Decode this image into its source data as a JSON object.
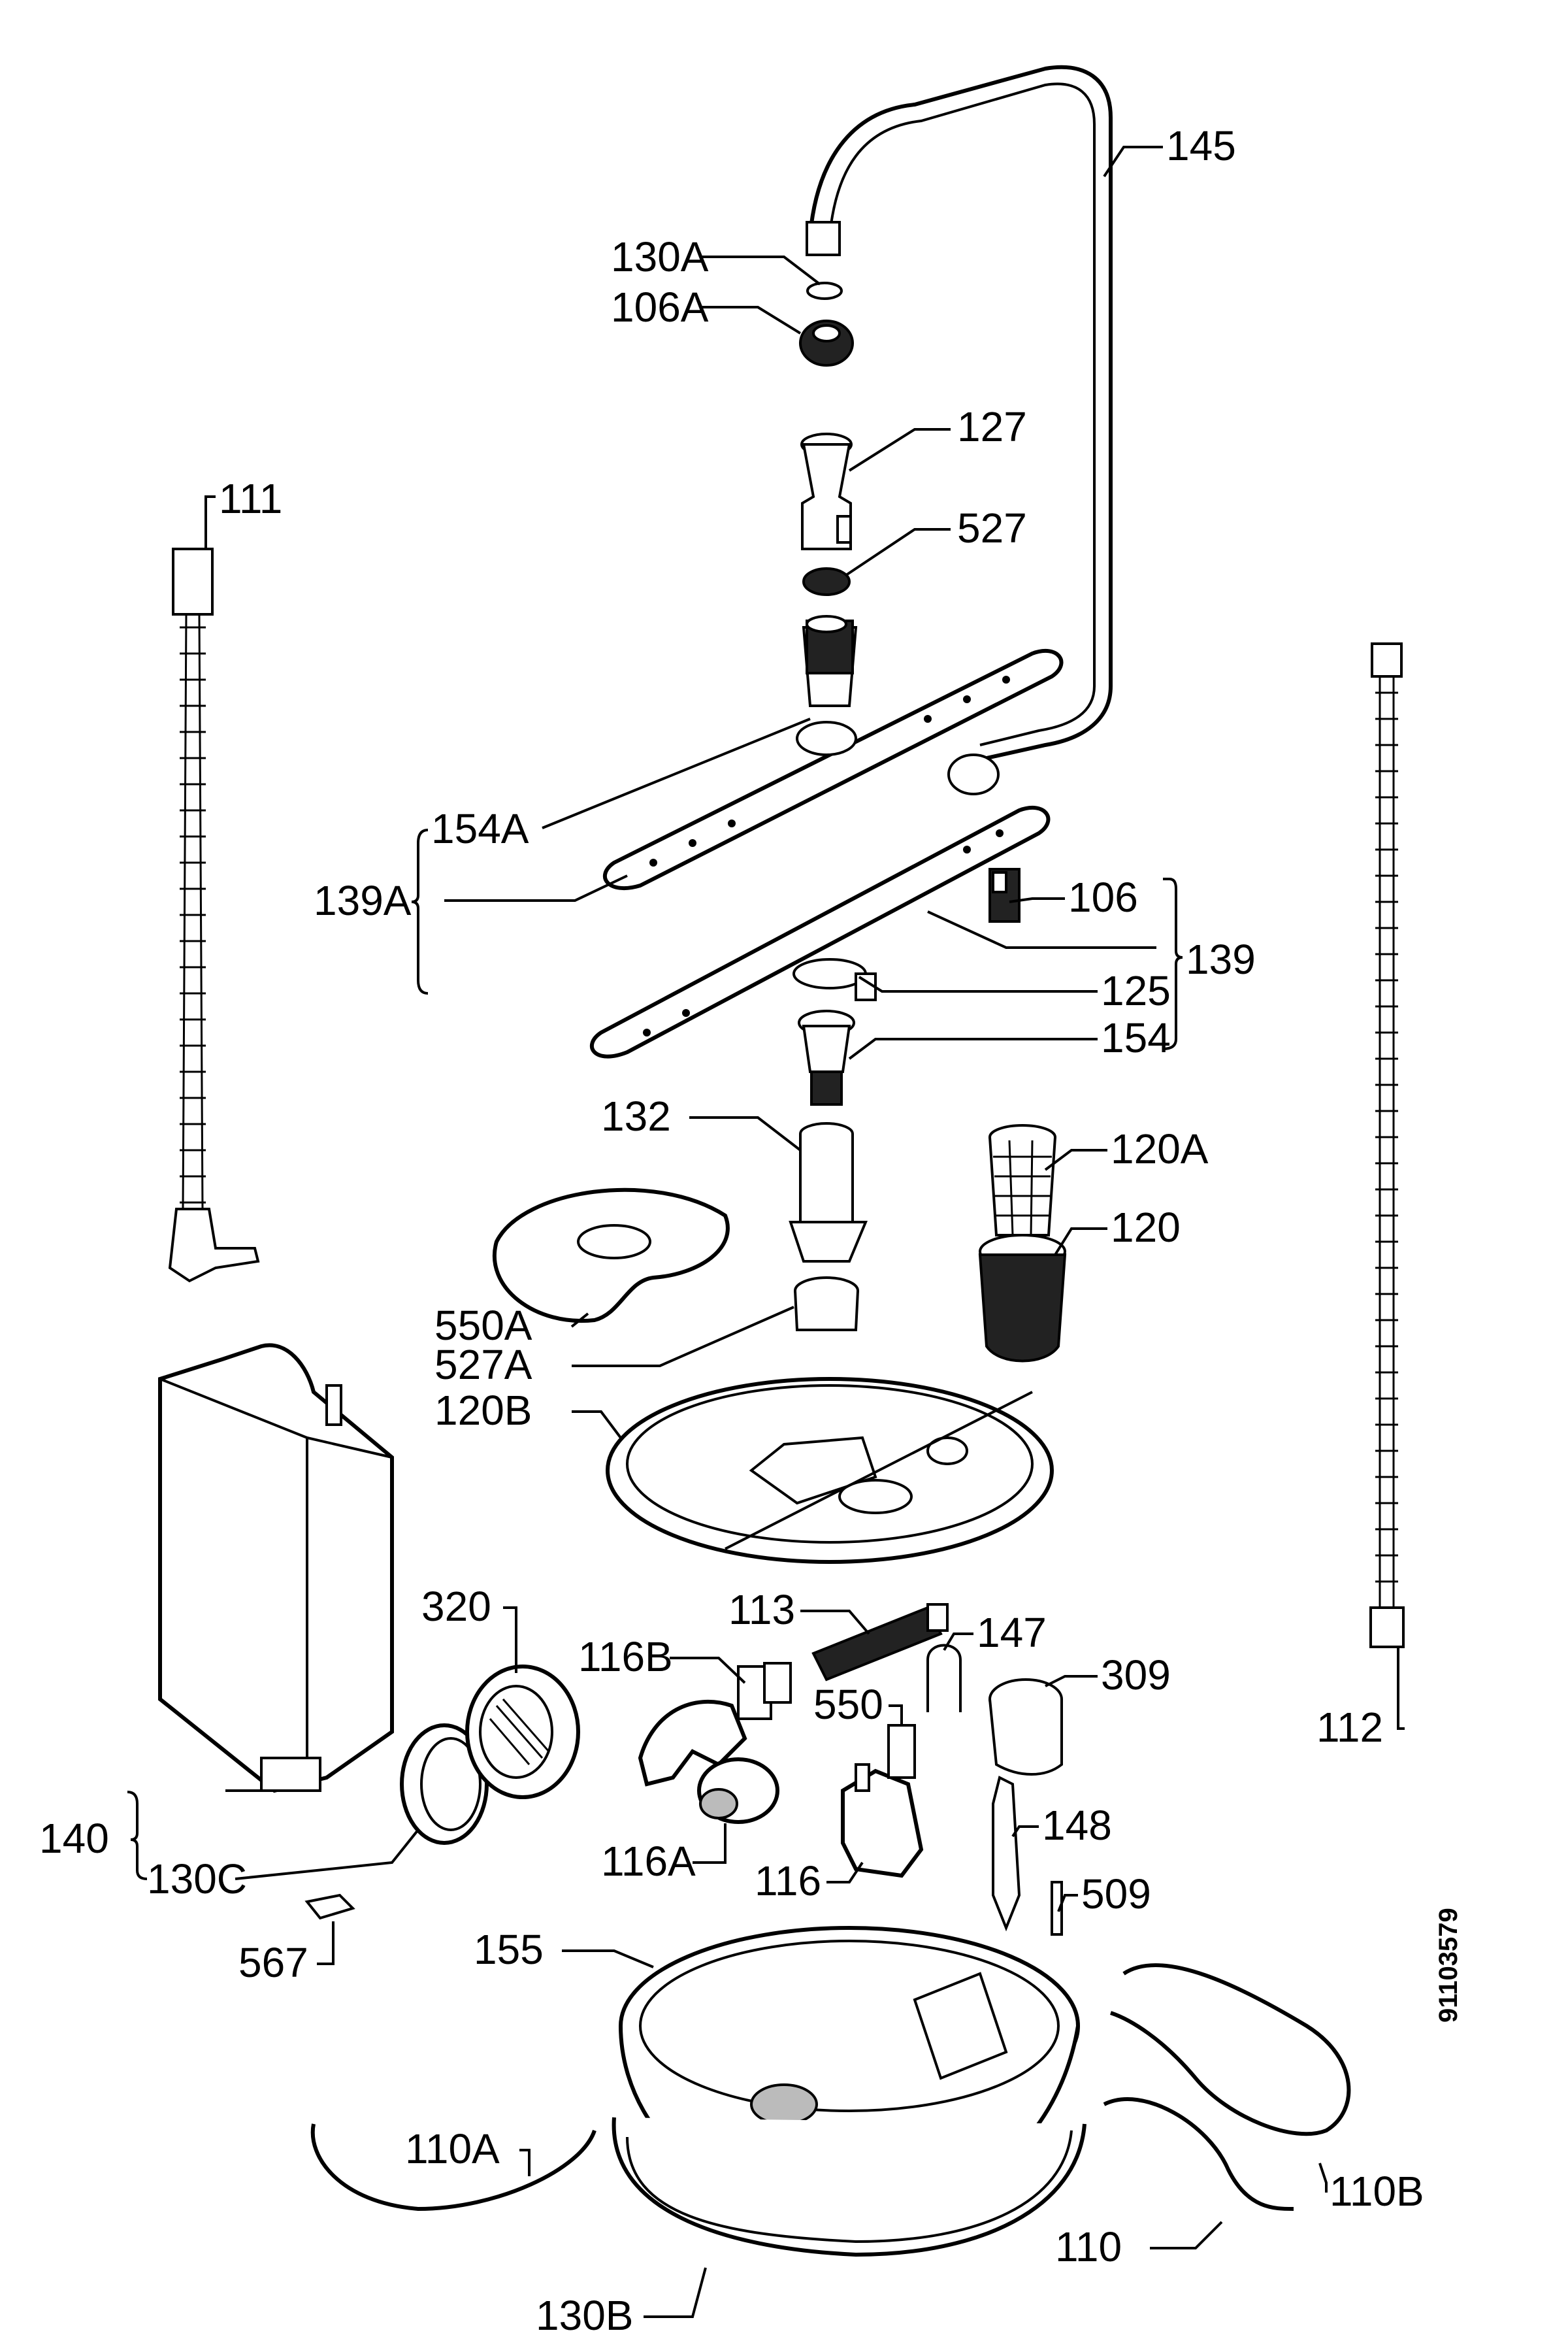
{
  "diagram": {
    "document_number": "91103579",
    "labels": {
      "p145": "145",
      "p130a": "130A",
      "p106a": "106A",
      "p127": "127",
      "p527": "527",
      "p111": "111",
      "p154a": "154A",
      "p139a": "139A",
      "p106": "106",
      "p139": "139",
      "p125": "125",
      "p154": "154",
      "p132": "132",
      "p120a": "120A",
      "p120": "120",
      "p550a": "550A",
      "p527a": "527A",
      "p120b": "120B",
      "p320": "320",
      "p113": "113",
      "p116b": "116B",
      "p147": "147",
      "p309": "309",
      "p550": "550",
      "p112": "112",
      "p140": "140",
      "p130c": "130C",
      "p116a": "116A",
      "p116": "116",
      "p148": "148",
      "p509": "509",
      "p567": "567",
      "p155": "155",
      "p110a": "110A",
      "p110": "110",
      "p110b": "110B",
      "p130b": "130B"
    }
  }
}
